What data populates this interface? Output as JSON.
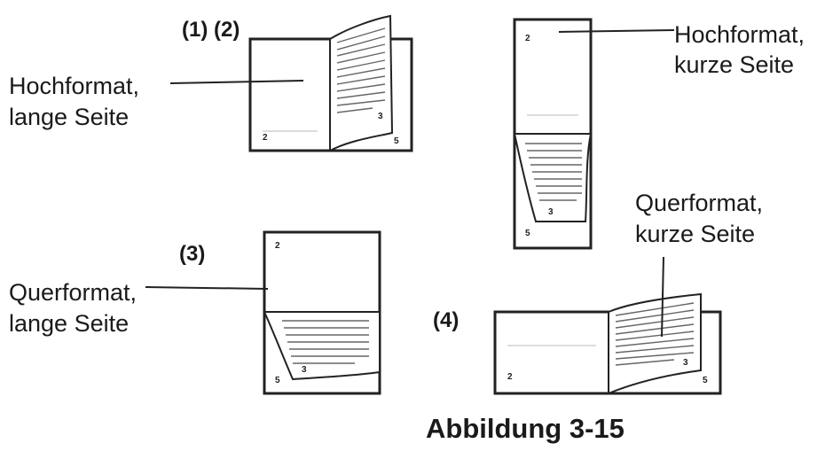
{
  "labels": {
    "portrait_long_1": "Hochformat,",
    "portrait_long_2": "lange Seite",
    "portrait_short_1": "Hochformat,",
    "portrait_short_2": "kurze Seite",
    "landscape_short_1": "Querformat,",
    "landscape_short_2": "kurze Seite",
    "landscape_long_1": "Querformat,",
    "landscape_long_2": "lange Seite"
  },
  "numbers": {
    "n12": "(1) (2)",
    "n3": "(3)",
    "n4": "(4)"
  },
  "page_numbers": {
    "p2": "2",
    "p3": "3",
    "p5": "5"
  },
  "caption": "Abbildung 3-15"
}
